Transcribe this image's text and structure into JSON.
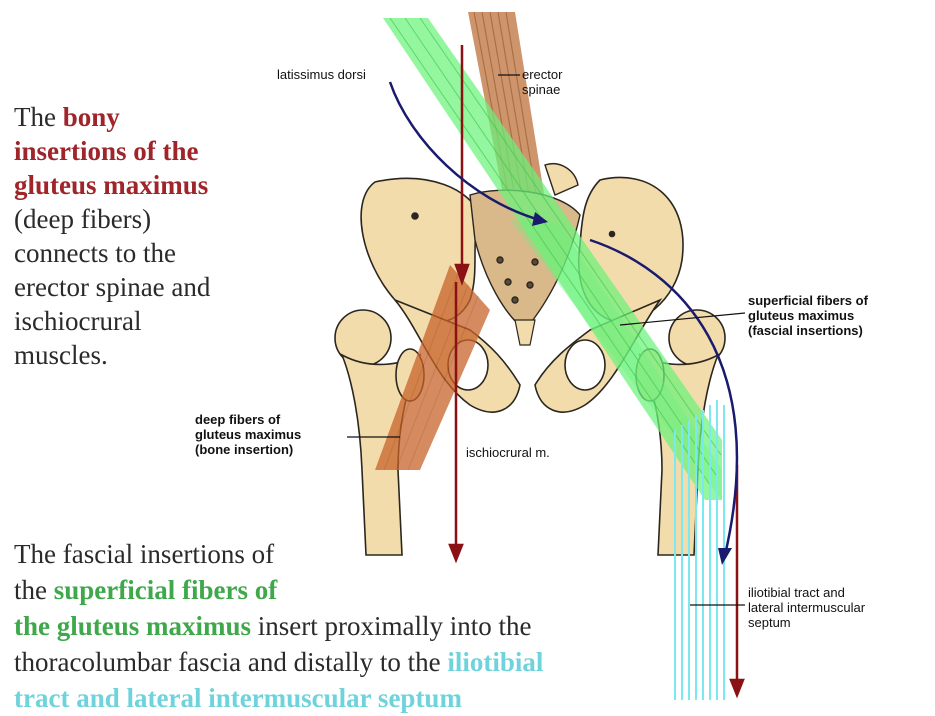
{
  "colors": {
    "bone": "#f3dcab",
    "bone_outline": "#2b2620",
    "erector": "#c98a5c",
    "deep_band": "#c8632a",
    "superficial_band": "#6bf27a",
    "iliotibial": "#7ce9f0",
    "red_arrow": "#8b1114",
    "navy_arrow": "#1a1a6e",
    "text_dark_red": "#a0252a",
    "text_green": "#3fa84a",
    "text_cyan": "#6fd3dc"
  },
  "left_text": {
    "line1_plain": "The ",
    "line1_em": "bony",
    "line2_em": "insertions of the",
    "line3_em": "gluteus maximus",
    "line4": "(deep fibers)",
    "line5": "connects to the",
    "line6": "erector spinae and",
    "line7": "ischiocrural",
    "line8": "muscles."
  },
  "bottom_text": {
    "line1": "The fascial insertions of",
    "line2_plain": "the ",
    "line2_em": "superficial  fibers of",
    "line3_em": "the gluteus maximus",
    "line3_plain": " insert proximally into the",
    "line4_plain": "thoracolumbar fascia and distally to the ",
    "line4_em": "iliotibial",
    "line5_em": "tract and lateral intermuscular  septum"
  },
  "labels": {
    "latissimus": "latissimus dorsi",
    "erector_1": "erector",
    "erector_2": "spinae",
    "superficial_1": "superficial fibers of",
    "superficial_2": "gluteus maximus",
    "superficial_3": "(fascial insertions)",
    "deep_1": "deep fibers of",
    "deep_2": "gluteus maximus",
    "deep_3": "(bone insertion)",
    "ischiocrural": "ischiocrural m.",
    "iliotibial_1": "iliotibial tract and",
    "iliotibial_2": "lateral intermuscular",
    "iliotibial_3": "septum"
  }
}
